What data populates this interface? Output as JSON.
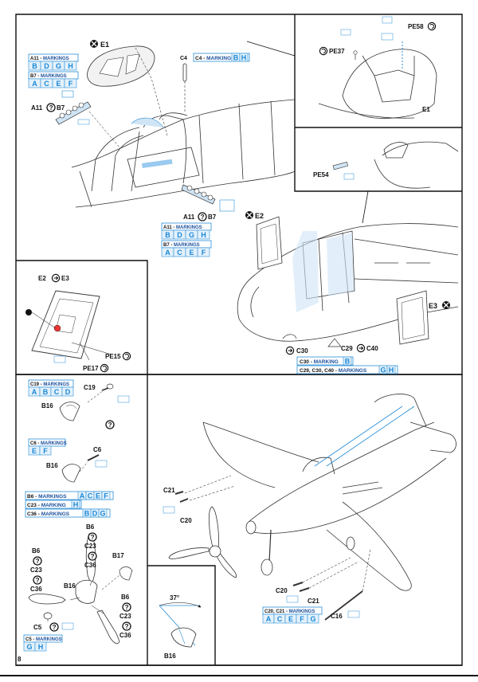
{
  "page": {
    "number": "8"
  },
  "panel_cockpit": {
    "canopy_part": "E1",
    "c4_label": "C4",
    "c4_markings": {
      "prefix": "C4 - ",
      "word": "MARKINGS",
      "letters": [
        "B",
        "H"
      ]
    },
    "a11_markings_top": {
      "prefix": "A11 - ",
      "word": "MARKINGS",
      "letters": [
        "B",
        "D",
        "G",
        "H"
      ]
    },
    "b7_markings_top": {
      "prefix": "B7 - ",
      "word": "MARKINGS",
      "letters": [
        "A",
        "C",
        "E",
        "F"
      ]
    },
    "a11_b7_callout_top": {
      "a": "A11",
      "b": "B7"
    },
    "a11_b7_callout_bottom": {
      "a": "A11",
      "b": "B7"
    },
    "a11_markings_bottom": {
      "prefix": "A11 - ",
      "word": "MARKINGS",
      "letters": [
        "B",
        "D",
        "G",
        "H"
      ]
    },
    "b7_markings_bottom": {
      "prefix": "B7 - ",
      "word": "MARKINGS",
      "letters": [
        "A",
        "C",
        "E",
        "F"
      ]
    }
  },
  "inset_pe": {
    "pe58": "PE58",
    "pe37": "PE37",
    "canopy": "E1"
  },
  "inset_pe54": {
    "pe54": "PE54"
  },
  "panel_doors": {
    "e2": "E2",
    "e3": "E3",
    "c30": "C30",
    "c29": "C29",
    "c40": "C40",
    "c30_marking": {
      "prefix": "C30 - ",
      "word": "MARKING",
      "letters": [
        "B"
      ]
    },
    "c29_c30_c40_markings": {
      "prefix": "C29, C30, C40 - ",
      "word": "MARKINGS",
      "letters": [
        "G",
        "H"
      ]
    }
  },
  "panel_door_detail": {
    "e2": "E2",
    "e3": "E3",
    "pe15": "PE15",
    "pe17": "PE17"
  },
  "panel_spinners": {
    "c19_markings": {
      "prefix": "C19 - ",
      "word": "MARKINGS",
      "letters": [
        "A",
        "B",
        "C",
        "D"
      ]
    },
    "c19": "C19",
    "b16_top": "B16",
    "c6_markings": {
      "prefix": "C6 - ",
      "word": "MARKINGS",
      "letters": [
        "E",
        "F"
      ]
    },
    "c6": "C6",
    "b16_mid": "B16",
    "b6_markings": {
      "prefix": "B6 - ",
      "word": "MARKINGS",
      "letters": [
        "A",
        "C",
        "E",
        "F"
      ]
    },
    "c23_marking": {
      "prefix": "C23 - ",
      "word": "MARKING",
      "letters": [
        "H"
      ]
    },
    "c36_markings": {
      "prefix": "C36 - ",
      "word": "MARKINGS",
      "letters": [
        "B",
        "D",
        "G"
      ]
    },
    "blade_top": {
      "b6": "B6",
      "c23": "C23",
      "c36": "C36"
    },
    "blade_left": {
      "b6": "B6",
      "c23": "C23",
      "c36": "C36"
    },
    "blade_right": {
      "b6": "B6",
      "c23": "C23",
      "c36": "C36"
    },
    "b16_hub": "B16",
    "b17": "B17",
    "c5": "C5",
    "c5_markings": {
      "prefix": "C5 - ",
      "word": "MARKINGS",
      "letters": [
        "G",
        "H"
      ]
    },
    "angle": "37°",
    "b16_angle": "B16"
  },
  "panel_airframe": {
    "c21": "C21",
    "c20": "C20",
    "c20_bottom": "C20",
    "c21_bottom": "C21",
    "c16": "C16",
    "c20_c21_markings": {
      "prefix": "C20, C21 - ",
      "word": "MARKINGS",
      "letters": [
        "A",
        "C",
        "E",
        "F",
        "G"
      ]
    }
  }
}
